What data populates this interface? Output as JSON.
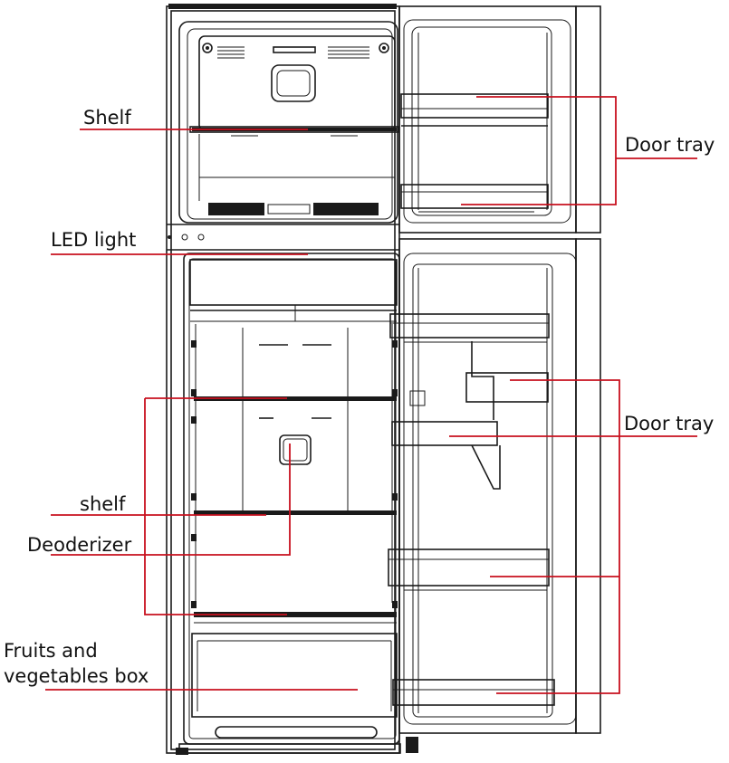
{
  "labels": {
    "shelf_top": "Shelf",
    "led_light": "LED light",
    "shelf_lower": "shelf",
    "deodorizer": "Deoderizer",
    "fruits_line1": "Fruits and",
    "fruits_line2": "vegetables box",
    "door_tray_top": "Door  tray",
    "door_tray_bottom": "Door  tray"
  },
  "colors": {
    "leader_line": "#c8101e",
    "outline": "#1a1a1a",
    "background": "#ffffff"
  }
}
